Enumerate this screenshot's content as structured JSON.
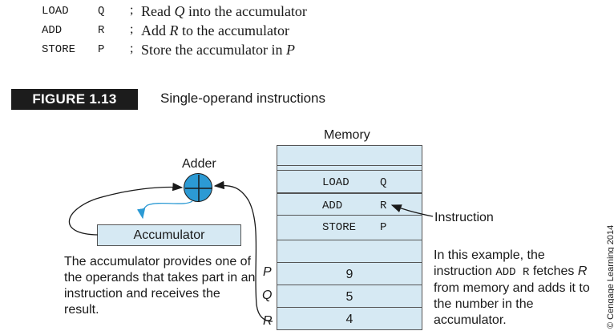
{
  "code": [
    {
      "op": "LOAD",
      "arg": "Q",
      "semi": ";",
      "pre": "Read ",
      "var": "Q",
      "post": " into the accumulator"
    },
    {
      "op": "ADD",
      "arg": "R",
      "semi": ";",
      "pre": "Add ",
      "var": "R",
      "post": " to the accumulator"
    },
    {
      "op": "STORE",
      "arg": "P",
      "semi": ";",
      "pre": "Store the accumulator in ",
      "var": "P",
      "post": ""
    }
  ],
  "figure": {
    "label": "FIGURE 1.13",
    "caption": "Single-operand instructions"
  },
  "memory": {
    "title": "Memory",
    "instructions": [
      {
        "op": "LOAD",
        "arg": "Q"
      },
      {
        "op": "ADD",
        "arg": "R"
      },
      {
        "op": "STORE",
        "arg": "P"
      }
    ],
    "data": [
      {
        "addr": "P",
        "value": "9"
      },
      {
        "addr": "Q",
        "value": "5"
      },
      {
        "addr": "R",
        "value": "4"
      }
    ]
  },
  "adder": {
    "label": "Adder"
  },
  "accumulator": {
    "label": "Accumulator",
    "description": "The accumulator provides one of the operands that takes part in an instruction and receives the result."
  },
  "instruction_label": "Instruction",
  "example": {
    "p1": "In this example, the instruction ",
    "code": "ADD R",
    "p2": " fetches ",
    "var": "R",
    "p3": " from memory and adds it to the number in the accumulator."
  },
  "credit": "© Cengage Learning 2014",
  "colors": {
    "cell_fill": "#d6e9f3",
    "adder_fill": "#2c9ad4",
    "arrow": "#2c9ad4",
    "figure_tag": "#1c1c1c"
  }
}
